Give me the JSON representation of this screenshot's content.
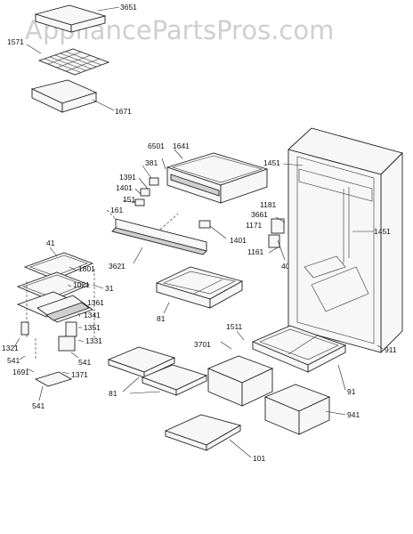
{
  "watermark": "AppliancePartsPros.com",
  "callouts": {
    "c3651": "3651",
    "c1571": "1571",
    "c1671": "1671",
    "c381": "381",
    "c6501": "6501",
    "c1641": "1641",
    "c1391": "1391",
    "c1401a": "1401",
    "c151": "151",
    "c161": "161",
    "c1451a": "1451",
    "c1181": "1181",
    "c3661": "3661",
    "c1171": "1171",
    "c1451b": "1451",
    "c1401b": "1401",
    "c1161": "1161",
    "c4051": "4051",
    "c3621": "3621",
    "c41": "41",
    "c1801": "1801",
    "c1021": "1021",
    "c31": "31",
    "c1361": "1361",
    "c1341": "1341",
    "c1351": "1351",
    "c1331": "1331",
    "c1321": "1321",
    "c541a": "541",
    "c541b": "541",
    "c1691": "1691",
    "c1371": "1371",
    "c541c": "541",
    "c81a": "81",
    "c81b": "81",
    "c3701": "3701",
    "c1511": "1511",
    "c911": "911",
    "c91": "91",
    "c941": "941",
    "c101": "101"
  }
}
